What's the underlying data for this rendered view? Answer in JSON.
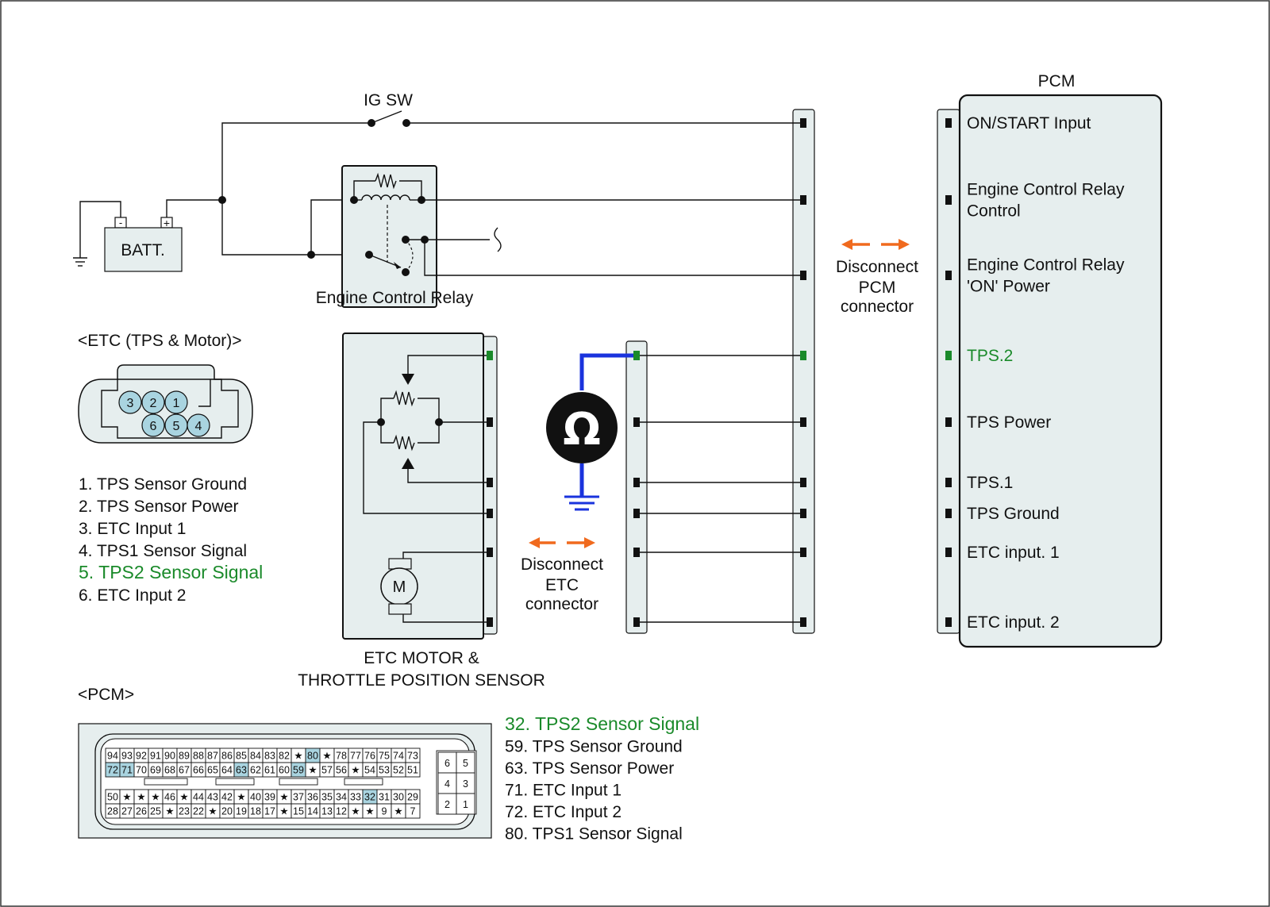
{
  "colors": {
    "panel_fill": "#e6eeee",
    "green_highlight": "#1a8a2a",
    "meter_wire": "#1a33dd",
    "arrow_orange": "#f06a1e",
    "pin_highlight": "#a9d4e0"
  },
  "labels": {
    "ig_sw": "IG SW",
    "batt": "BATT.",
    "batt_minus": "-",
    "batt_plus": "+",
    "relay": "Engine Control Relay",
    "etc_title": "<ETC (TPS & Motor)>",
    "pcm_box_title": "PCM",
    "pcm_connector_title": "<PCM>",
    "disconnect_pcm": [
      "Disconnect",
      "PCM",
      "connector"
    ],
    "disconnect_etc": [
      "Disconnect",
      "ETC",
      "connector"
    ],
    "etc_motor": [
      "ETC MOTOR &",
      "THROTTLE POSITION SENSOR"
    ],
    "motor": "M",
    "ohm": "Ω"
  },
  "pcm_pins": [
    {
      "lines": [
        "ON/START Input"
      ],
      "highlight": false
    },
    {
      "lines": [
        "Engine Control Relay",
        "Control"
      ],
      "highlight": false
    },
    {
      "lines": [
        "Engine Control Relay",
        "'ON' Power"
      ],
      "highlight": false
    },
    {
      "lines": [
        "TPS.2"
      ],
      "highlight": true
    },
    {
      "lines": [
        "TPS Power"
      ],
      "highlight": false
    },
    {
      "lines": [
        "TPS.1"
      ],
      "highlight": false
    },
    {
      "lines": [
        "TPS Ground"
      ],
      "highlight": false
    },
    {
      "lines": [
        "ETC input. 1"
      ],
      "highlight": false
    },
    {
      "lines": [
        "ETC input. 2"
      ],
      "highlight": false
    }
  ],
  "etc_connector_pins": {
    "top": [
      "3",
      "2",
      "1"
    ],
    "bottom": [
      "6",
      "5",
      "4"
    ]
  },
  "etc_legend": [
    {
      "text": "1. TPS Sensor Ground",
      "highlight": false
    },
    {
      "text": "2. TPS Sensor Power",
      "highlight": false
    },
    {
      "text": "3. ETC Input 1",
      "highlight": false
    },
    {
      "text": "4. TPS1 Sensor Signal",
      "highlight": false
    },
    {
      "text": "5. TPS2 Sensor Signal",
      "highlight": true
    },
    {
      "text": "6. ETC Input 2",
      "highlight": false
    }
  ],
  "pcm_legend": [
    {
      "text": "32. TPS2 Sensor Signal",
      "highlight": true
    },
    {
      "text": "59. TPS Sensor Ground",
      "highlight": false
    },
    {
      "text": "63. TPS Sensor Power",
      "highlight": false
    },
    {
      "text": "71. ETC Input 1",
      "highlight": false
    },
    {
      "text": "72. ETC Input 2",
      "highlight": false
    },
    {
      "text": "80. TPS1 Sensor Signal",
      "highlight": false
    }
  ],
  "pcm_connector_rows": [
    [
      "94",
      "93",
      "92",
      "91",
      "90",
      "89",
      "88",
      "87",
      "86",
      "85",
      "84",
      "83",
      "82",
      "★",
      "80",
      "★",
      "78",
      "77",
      "76",
      "75",
      "74",
      "73"
    ],
    [
      "72",
      "71",
      "70",
      "69",
      "68",
      "67",
      "66",
      "65",
      "64",
      "63",
      "62",
      "61",
      "60",
      "59",
      "★",
      "57",
      "56",
      "★",
      "54",
      "53",
      "52",
      "51"
    ],
    [
      "50",
      "★",
      "★",
      "★",
      "46",
      "★",
      "44",
      "43",
      "42",
      "★",
      "40",
      "39",
      "★",
      "37",
      "36",
      "35",
      "34",
      "33",
      "32",
      "31",
      "30",
      "29"
    ],
    [
      "28",
      "27",
      "26",
      "25",
      "★",
      "23",
      "22",
      "★",
      "20",
      "19",
      "18",
      "17",
      "★",
      "15",
      "14",
      "13",
      "12",
      "★",
      "★",
      "9",
      "★",
      "7"
    ]
  ],
  "pcm_connector_highlight": [
    "80",
    "72",
    "71",
    "63",
    "59",
    "32"
  ],
  "pcm_small_block": [
    [
      "6",
      "5"
    ],
    [
      "4",
      "3"
    ],
    [
      "2",
      "1"
    ]
  ]
}
